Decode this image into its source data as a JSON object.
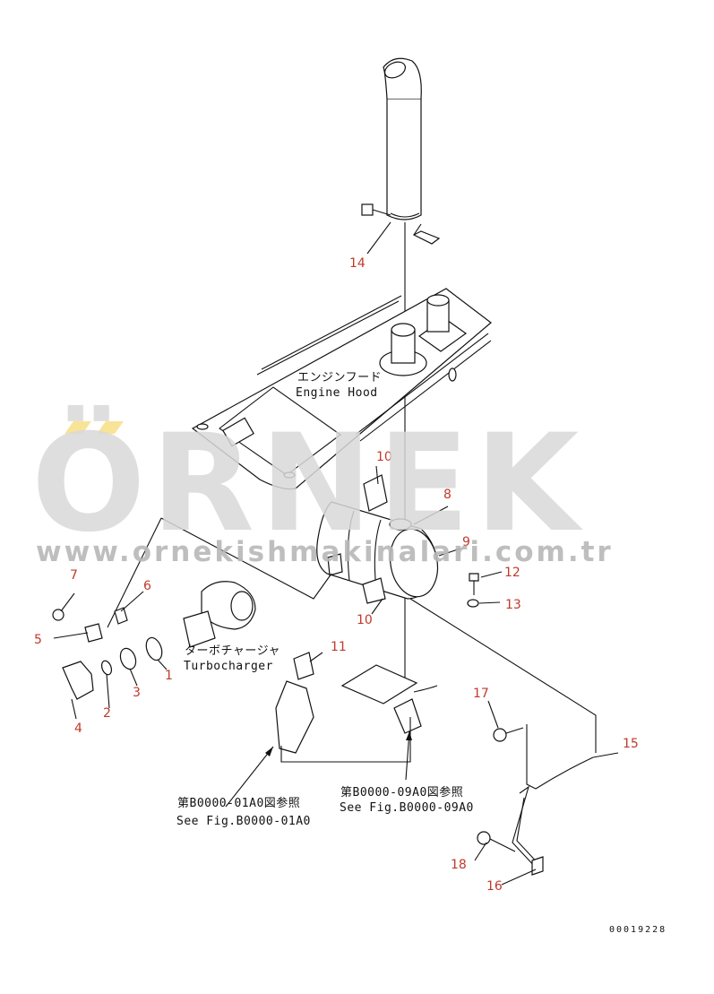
{
  "watermark": {
    "brand": "ÖRNEK",
    "url": "www.ornekishmakinalari.com.tr",
    "color": "#cccccc",
    "accent": "#f0c419"
  },
  "labels": {
    "engine_hood_jp": "エンジンフード",
    "engine_hood_en": "Engine Hood",
    "turbocharger_jp": "ターボチャージャ",
    "turbocharger_en": "Turbocharger",
    "ref1_jp": "第B0000-01A0図参照",
    "ref1_en": "See Fig.B0000-01A0",
    "ref2_jp": "第B0000-09A0図参照",
    "ref2_en": "See Fig.B0000-09A0"
  },
  "part_numbers": [
    "1",
    "2",
    "3",
    "4",
    "5",
    "6",
    "7",
    "8",
    "9",
    "10",
    "10",
    "11",
    "12",
    "13",
    "14",
    "15",
    "16",
    "17",
    "18"
  ],
  "doc_code": "00019228",
  "colors": {
    "callout": "#c0392b",
    "line": "#111111"
  }
}
